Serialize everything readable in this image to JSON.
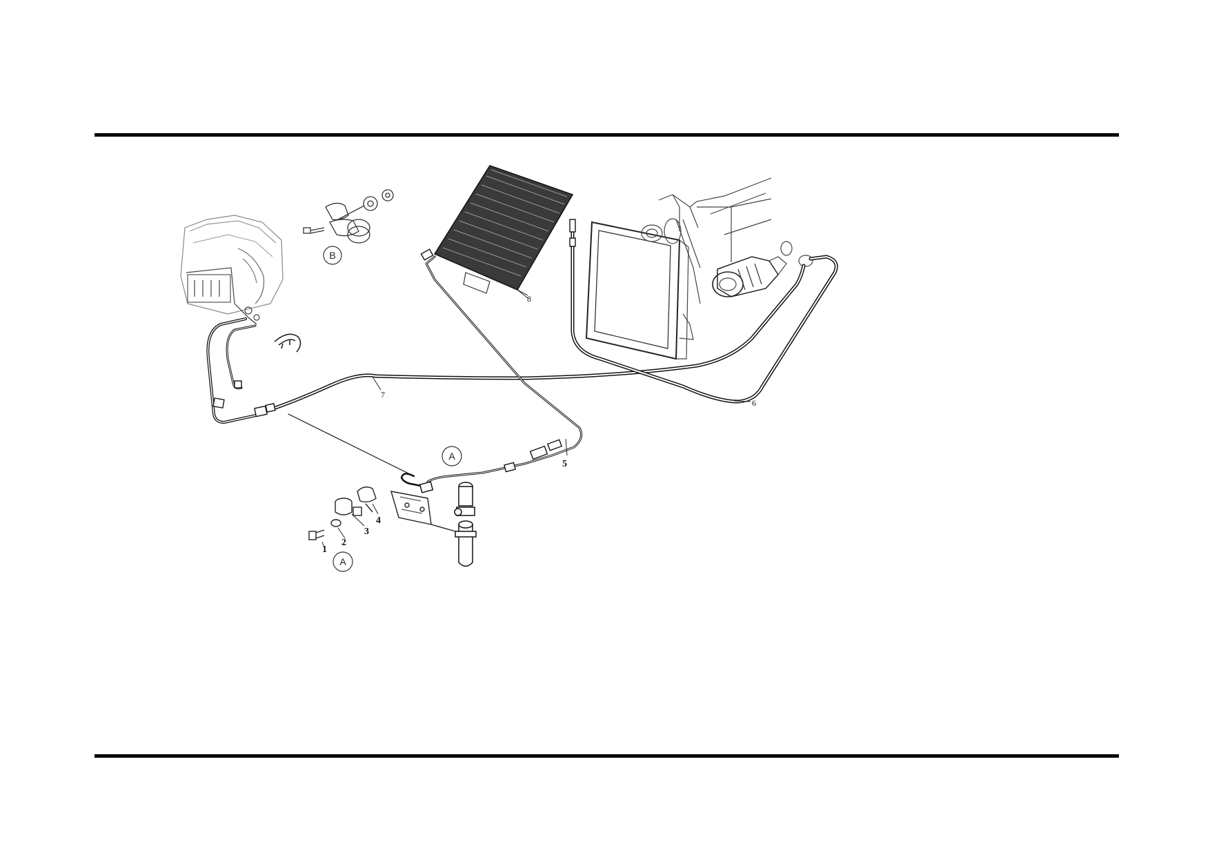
{
  "diagram": {
    "callouts": {
      "c1": "1",
      "c2": "2",
      "c3": "3",
      "c4": "4",
      "c5": "5",
      "c6": "6",
      "c7": "7",
      "c8": "8"
    },
    "detail_markers": {
      "top_detail": "B",
      "mid_detail": "A",
      "bottom_detail": "A"
    }
  }
}
